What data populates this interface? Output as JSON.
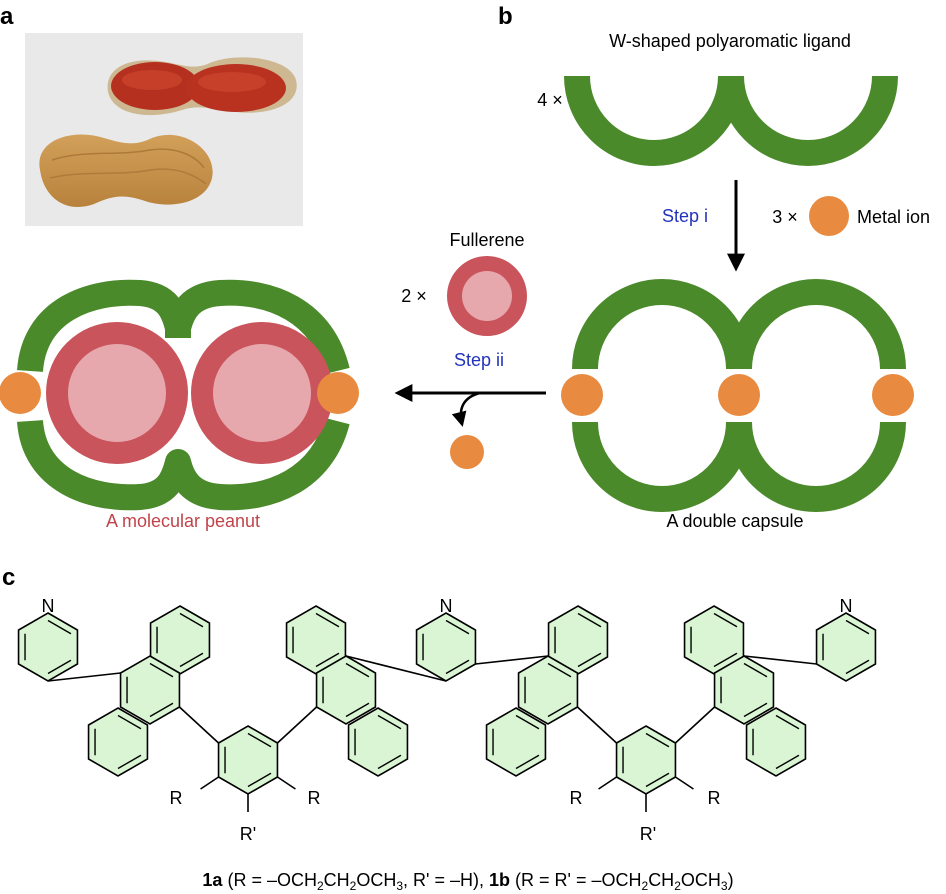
{
  "panels": {
    "a": "a",
    "b": "b",
    "c": "c"
  },
  "panel_b": {
    "ligand_title": "W-shaped polyaromatic ligand",
    "ligand_count": "4 ×",
    "step1": "Step i",
    "metal_count": "3 ×",
    "metal_label": "Metal ion",
    "fullerene_label": "Fullerene",
    "fullerene_count": "2 ×",
    "step2": "Step ii",
    "peanut_label": "A molecular peanut",
    "capsule_label": "A double capsule"
  },
  "panel_c": {
    "atom_N": "N",
    "sub_R": "R",
    "sub_Rp": "R'",
    "caption": {
      "c1a": "1a",
      "t1": " (R = –OCH",
      "s1": "2",
      "t2": "CH",
      "s2": "2",
      "t3": "OCH",
      "s3": "3",
      "t4": ", R' = –H), ",
      "c1b": "1b",
      "t5": " (R = R' = –OCH",
      "s4": "2",
      "t6": "CH",
      "s5": "2",
      "t7": "OCH",
      "s6": "3",
      "t8": ")"
    }
  },
  "colors": {
    "green": "#4a8a2a",
    "orange": "#e88a3f",
    "fullerene_outer": "#c9545c",
    "fullerene_inner": "#e6a8ad",
    "blue_text": "#2233bb",
    "red_text": "#c0454b",
    "ring_fill": "#d9f5d3"
  }
}
